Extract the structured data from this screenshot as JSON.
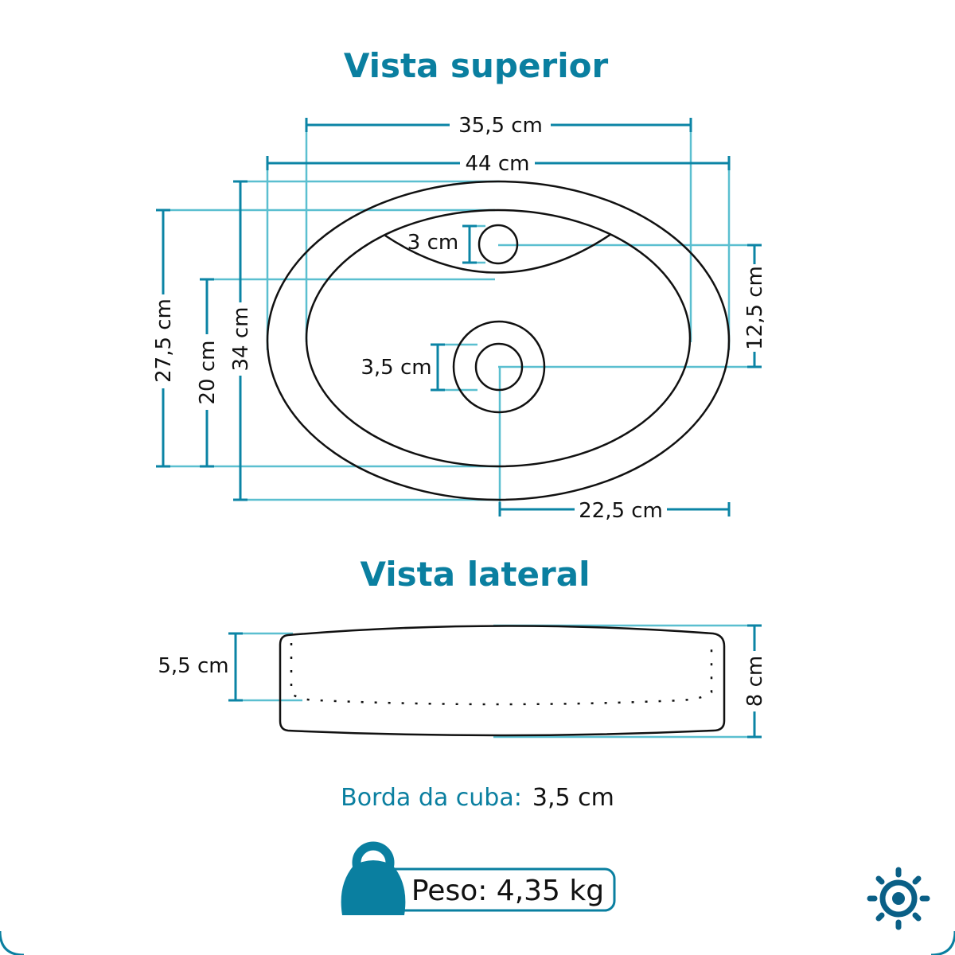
{
  "top_view": {
    "title": "Vista superior",
    "dims": {
      "width_inner": "35,5 cm",
      "width_outer": "44 cm",
      "drain_top": "3 cm",
      "depth_outer": "34 cm",
      "depth_total": "27,5 cm",
      "depth_inner": "20 cm",
      "drain_main": "3,5 cm",
      "offset_vertical": "12,5 cm",
      "offset_horizontal": "22,5 cm"
    }
  },
  "side_view": {
    "title": "Vista lateral",
    "dims": {
      "inner_height": "5,5 cm",
      "outer_height": "8 cm"
    }
  },
  "borda": {
    "label": "Borda da cuba:",
    "value": "3,5 cm"
  },
  "peso": {
    "text": "Peso: 4,35 kg"
  },
  "colors": {
    "accent": "#0a7fa0",
    "dim_line": "#0b84a5",
    "ext_line": "#5bbfd0",
    "outline": "#111111"
  },
  "icons": {
    "weight": "weight-icon",
    "sun": "sun-icon"
  }
}
